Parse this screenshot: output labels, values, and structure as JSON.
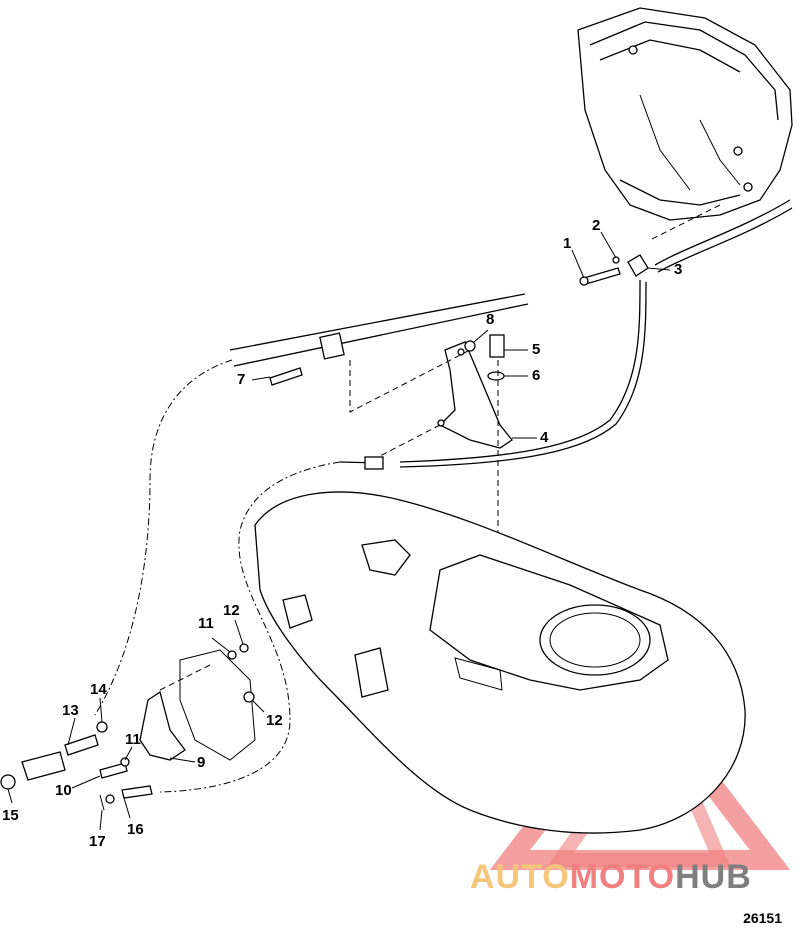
{
  "callouts": [
    "1",
    "2",
    "3",
    "4",
    "5",
    "6",
    "7",
    "8",
    "9",
    "10",
    "11",
    "11",
    "12",
    "12",
    "13",
    "14",
    "15",
    "16",
    "17"
  ],
  "watermark": {
    "part1": "AUTO",
    "part2": "MOTO",
    "part3": "HUB"
  },
  "figure_id": "26151",
  "colors": {
    "watermark_red": "#f08080",
    "watermark_orange": "#f5c57a",
    "watermark_gray": "#7f7f7f",
    "line": "#000000"
  }
}
